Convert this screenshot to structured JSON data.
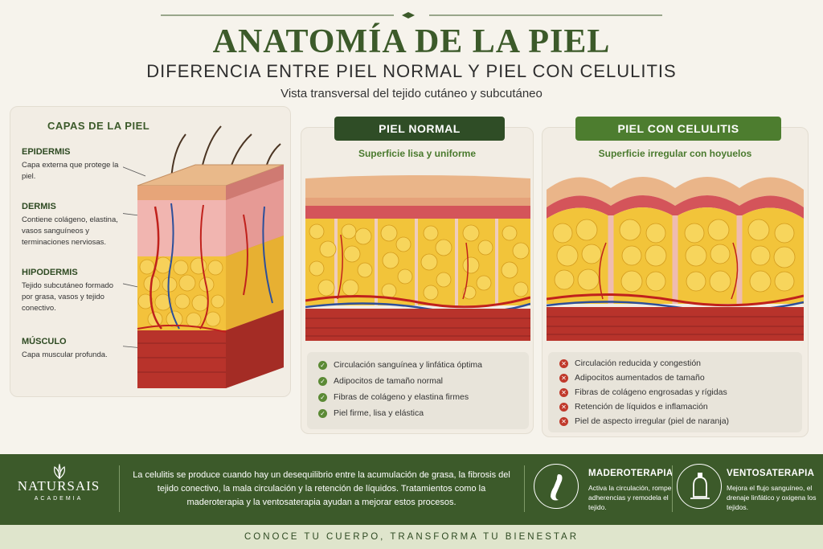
{
  "header": {
    "title": "ANATOMÍA DE LA PIEL",
    "subtitle": "DIFERENCIA ENTRE PIEL NORMAL Y PIEL CON CELULITIS",
    "description": "Vista transversal del tejido cutáneo y subcutáneo"
  },
  "layers": {
    "title": "CAPAS DE LA PIEL",
    "items": [
      {
        "name": "EPIDERMIS",
        "desc": "Capa externa que protege la piel."
      },
      {
        "name": "DERMIS",
        "desc": "Contiene colágeno, elastina, vasos sanguíneos y terminaciones nerviosas."
      },
      {
        "name": "HIPODERMIS",
        "desc": "Tejido subcutáneo formado por grasa, vasos y tejido conectivo."
      },
      {
        "name": "MÚSCULO",
        "desc": "Capa muscular profunda."
      }
    ]
  },
  "normal": {
    "badge": "PIEL NORMAL",
    "subtitle": "Superficie lisa y uniforme",
    "points": [
      "Circulación sanguínea y linfática óptima",
      "Adipocitos de tamaño normal",
      "Fibras de colágeno y elastina firmes",
      "Piel firme, lisa y elástica"
    ]
  },
  "cellulite": {
    "badge": "PIEL CON CELULITIS",
    "subtitle": "Superficie irregular con hoyuelos",
    "points": [
      "Circulación reducida y congestión",
      "Adipocitos aumentados de tamaño",
      "Fibras de colágeno engrosadas y rígidas",
      "Retención de líquidos e inflamación",
      "Piel de aspecto irregular (piel de naranja)"
    ]
  },
  "footer": {
    "brand": "NATURSAIS",
    "brand_sub": "ACADEMIA",
    "text": "La celulitis se produce cuando hay un desequilibrio entre la acumulación de grasa, la fibrosis del tejido conectivo, la mala circulación y la retención de líquidos. Tratamientos como la maderoterapia y la ventosaterapia ayudan a mejorar estos procesos.",
    "therapy1": {
      "title": "MADEROTERAPIA",
      "desc": "Activa la circulación, rompe adherencias y remodela el tejido.",
      "icon": "wooden-tool-icon"
    },
    "therapy2": {
      "title": "VENTOSATERAPIA",
      "desc": "Mejora el flujo sanguíneo, el drenaje linfático y oxigena los tejidos.",
      "icon": "cup-icon"
    }
  },
  "tagline": "CONOCE TU CUERPO, TRANSFORMA TU BIENESTAR",
  "colors": {
    "brand_green": "#3c5a2a",
    "accent_green": "#4d7d2f",
    "check": "#5b8a35",
    "cross": "#c0392b",
    "fat": "#f2c43a",
    "dermis": "#e8a0a0"
  }
}
